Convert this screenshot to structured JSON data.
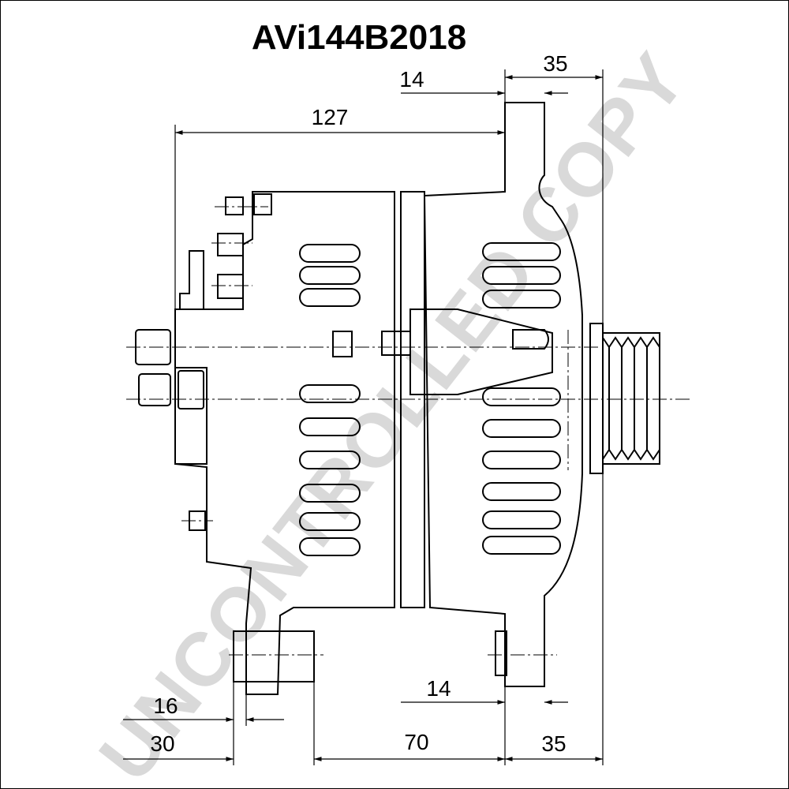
{
  "title": "AVi144B2018",
  "watermark": "UNCONTROLLED COPY",
  "dimensions": {
    "top_14": "14",
    "top_35": "35",
    "overall_127": "127",
    "bottom_14": "14",
    "bottom_16": "16",
    "bottom_30": "30",
    "bottom_70": "70",
    "bottom_35": "35"
  },
  "colors": {
    "line": "#000000",
    "watermark": "#d9d9d9",
    "background": "#ffffff"
  }
}
